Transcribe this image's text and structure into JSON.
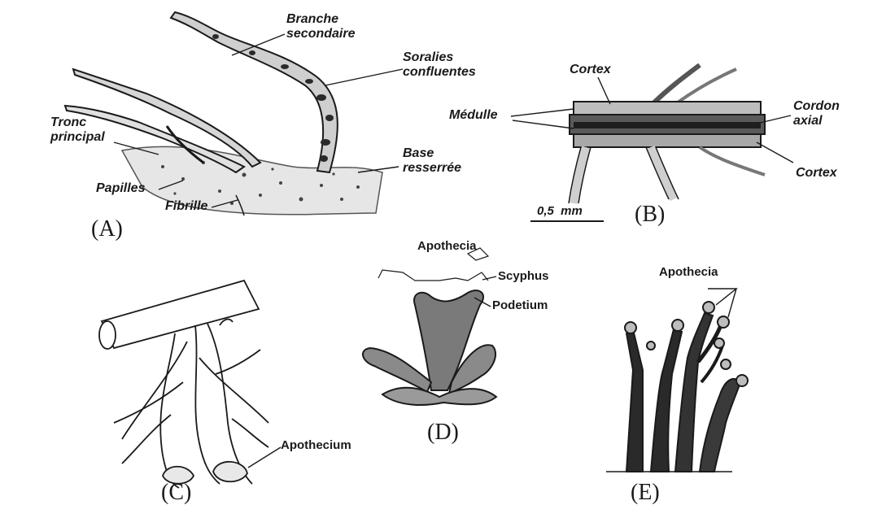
{
  "panel_a": {
    "letter": "(A)",
    "labels": {
      "branche_secondaire": "Branche\nsecondaire",
      "soralies_confluentes": "Soralies\nconfluentes",
      "tronc_principal": "Tronc\nprincipal",
      "base_resserree": "Base\nresserrée",
      "papilles": "Papilles",
      "fibrille": "Fibrille"
    }
  },
  "panel_b": {
    "letter": "(B)",
    "labels": {
      "cortex_top": "Cortex",
      "medulle": "Médulle",
      "cordon_axial": "Cordon\naxial",
      "cortex_bottom": "Cortex"
    },
    "scale_bar": "0,5  mm"
  },
  "panel_c": {
    "letter": "(C)",
    "labels": {
      "apothecium": "Apothecium"
    }
  },
  "panel_d": {
    "letter": "(D)",
    "labels": {
      "apothecia": "Apothecia",
      "scyphus": "Scyphus",
      "podetium": "Podetium"
    }
  },
  "panel_e": {
    "letter": "(E)",
    "labels": {
      "apothecia": "Apothecia"
    }
  },
  "colors": {
    "ink": "#1a1a1a",
    "grey_fill": "#7a7a7a",
    "dark_fill": "#2a2a2a",
    "bark": "#d9d9d9"
  }
}
